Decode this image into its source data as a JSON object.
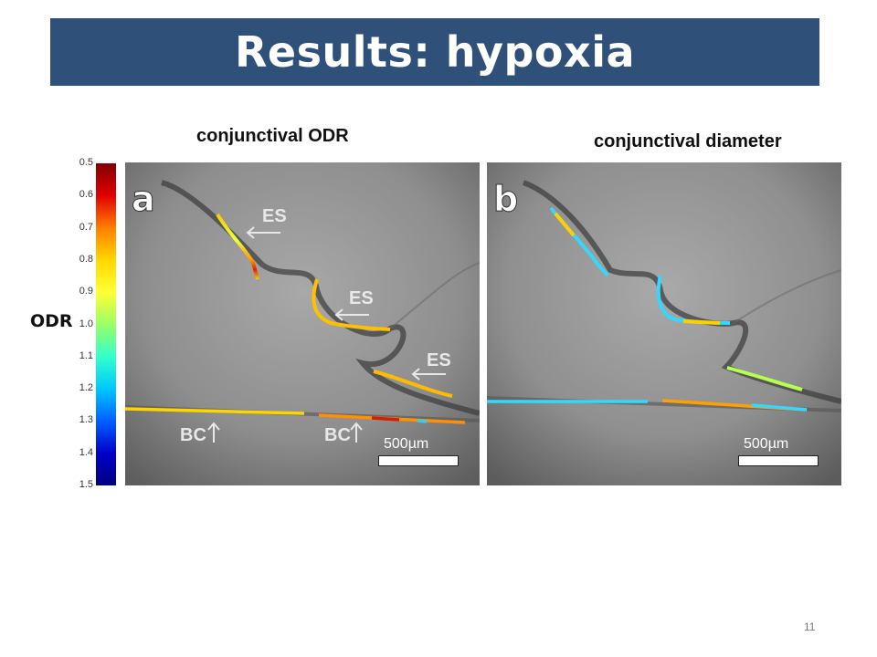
{
  "slide": {
    "title": "Results: hypoxia",
    "page_number": "11"
  },
  "panels": {
    "left": {
      "header": "conjunctival ODR",
      "letter": "a",
      "scale_bar": "500µm"
    },
    "right": {
      "header": "conjunctival diameter",
      "letter": "b",
      "scale_bar": "500µm"
    }
  },
  "colorbar": {
    "label": "ODR",
    "ticks": [
      "0.5",
      "0.6",
      "0.7",
      "0.8",
      "0.9",
      "1.0",
      "1.1",
      "1.2",
      "1.3",
      "1.4",
      "1.5"
    ],
    "colors": [
      "#800000",
      "#e00000",
      "#ff7f00",
      "#ffd700",
      "#ffff33",
      "#9aff66",
      "#33ffcc",
      "#00c8ff",
      "#0060ff",
      "#0000c8",
      "#00007f"
    ]
  },
  "annotations": {
    "es": "ES",
    "bc": "BC"
  }
}
